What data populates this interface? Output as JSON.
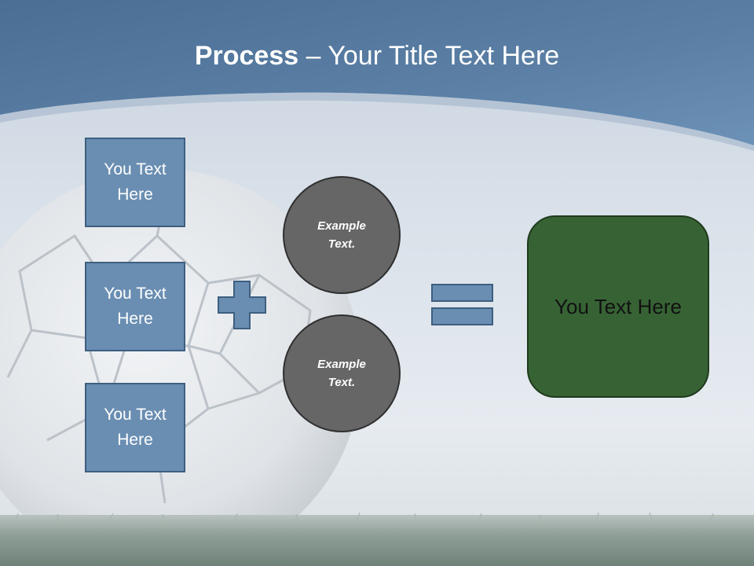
{
  "title": {
    "bold": "Process",
    "rest": " – Your Title Text Here"
  },
  "inputs": [
    {
      "label": "You Text Here"
    },
    {
      "label": "You Text Here"
    },
    {
      "label": "You Text Here"
    }
  ],
  "examples": [
    {
      "label": "Example Text."
    },
    {
      "label": "Example Text."
    }
  ],
  "result": {
    "label": "You Text Here"
  },
  "colors": {
    "header": "#56799d",
    "box_fill": "#6a8eb2",
    "circle_fill": "#666666",
    "result_fill": "#376334"
  },
  "icons": [
    "soccer-ball-image",
    "grass-image",
    "plus-icon",
    "equals-icon"
  ]
}
